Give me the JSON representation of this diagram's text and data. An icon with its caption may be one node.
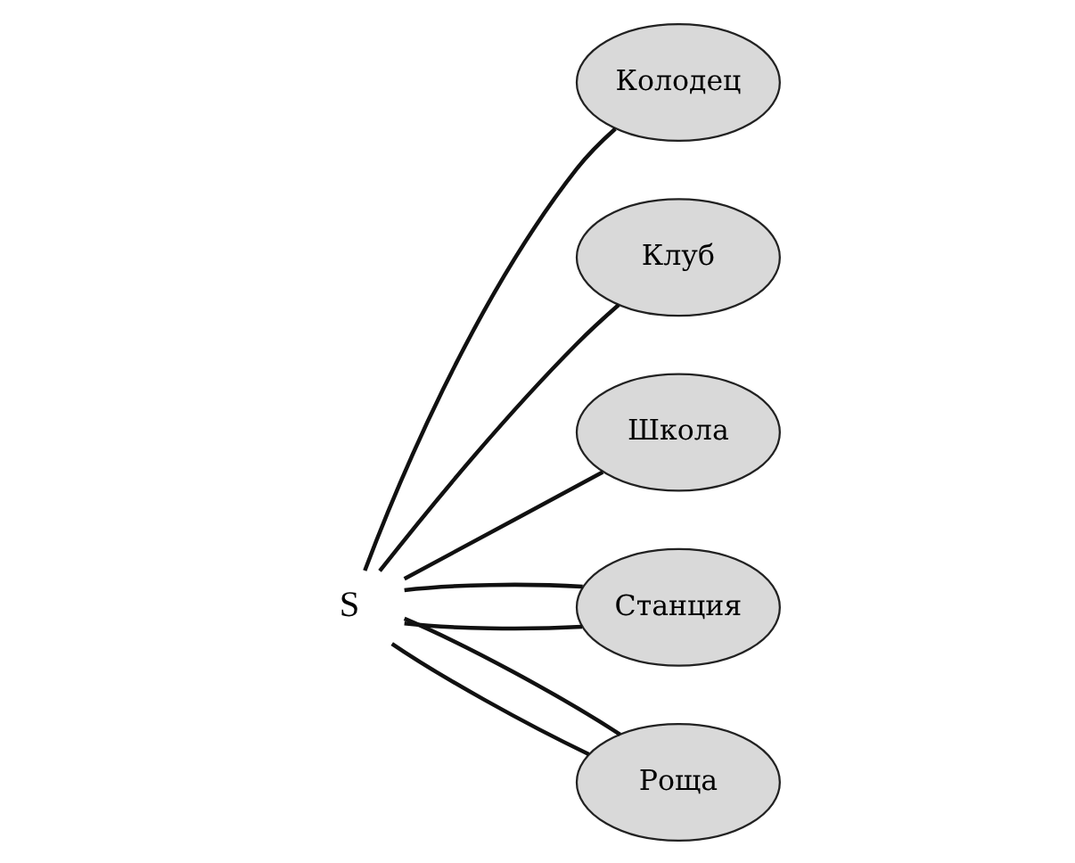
{
  "diagram": {
    "nodes": [
      {
        "text": [
          "S"
        ]
      },
      {
        "text": [
          "Колодец"
        ]
      },
      {
        "text": [
          "Клуб"
        ]
      },
      {
        "text": [
          "Школа"
        ]
      },
      {
        "text": [
          "Станция"
        ]
      },
      {
        "text": [
          "Роща"
        ]
      }
    ],
    "edges": [
      {
        "from": 0,
        "to": 1,
        "arrow": "none"
      },
      {
        "from": 0,
        "to": 2,
        "arrow": "none"
      },
      {
        "from": 0,
        "to": 3,
        "arrow": "none"
      },
      {
        "from": 0,
        "to": 4,
        "arrow": "none"
      },
      {
        "from": 0,
        "to": 4,
        "arrow": "none"
      },
      {
        "from": 0,
        "to": 5,
        "arrow": "none"
      },
      {
        "from": 0,
        "to": 5,
        "arrow": "none"
      }
    ]
  }
}
